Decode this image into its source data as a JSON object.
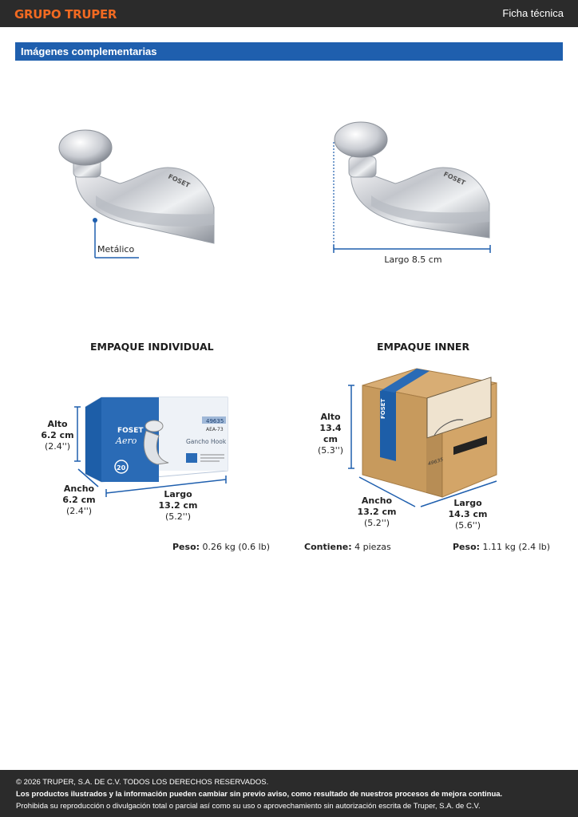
{
  "header": {
    "brand": "GRUPO TRUPER",
    "doc_type": "Ficha técnica"
  },
  "section": {
    "title": "Imágenes complementarias"
  },
  "product_images": {
    "material_label": "Metálico",
    "length_label": "Largo 8.5 cm",
    "hook_brand_mark": "FOSET"
  },
  "packaging": {
    "individual": {
      "heading": "EMPAQUE INDIVIDUAL",
      "alto": {
        "label": "Alto",
        "cm": "6.2 cm",
        "in": "(2.4'')"
      },
      "ancho": {
        "label": "Ancho",
        "cm": "6.2 cm",
        "in": "(2.4'')"
      },
      "largo": {
        "label": "Largo",
        "cm": "13.2 cm",
        "in": "(5.2'')"
      },
      "peso_label": "Peso:",
      "peso_value": "0.26 kg (0.6 lb)",
      "box_brand": "FOSET",
      "box_line": "Aero",
      "box_product": "Gancho Hook",
      "box_code": "49635",
      "box_model": "AEA-73",
      "box_years": "20"
    },
    "inner": {
      "heading": "EMPAQUE INNER",
      "alto": {
        "label": "Alto",
        "cm": "13.4 cm",
        "in": "(5.3'')"
      },
      "ancho": {
        "label": "Ancho",
        "cm": "13.2 cm",
        "in": "(5.2'')"
      },
      "largo": {
        "label": "Largo",
        "cm": "14.3 cm",
        "in": "(5.6'')"
      },
      "contiene_label": "Contiene:",
      "contiene_value": "4 piezas",
      "peso_label": "Peso:",
      "peso_value": "1.11 kg (2.4 lb)",
      "box_brand": "FOSET",
      "box_code": "49635"
    }
  },
  "footer": {
    "copyright": "© 2026 TRUPER, S.A. DE C.V. TODOS LOS DERECHOS RESERVADOS.",
    "notice": "Los productos ilustrados y la información pueden cambiar sin previo aviso, como resultado de nuestros procesos de mejora continua.",
    "prohibition": "Prohibida su reproducción o divulgación total o parcial así como su uso o aprovechamiento sin autorización escrita de Truper, S.A. de C.V."
  }
}
